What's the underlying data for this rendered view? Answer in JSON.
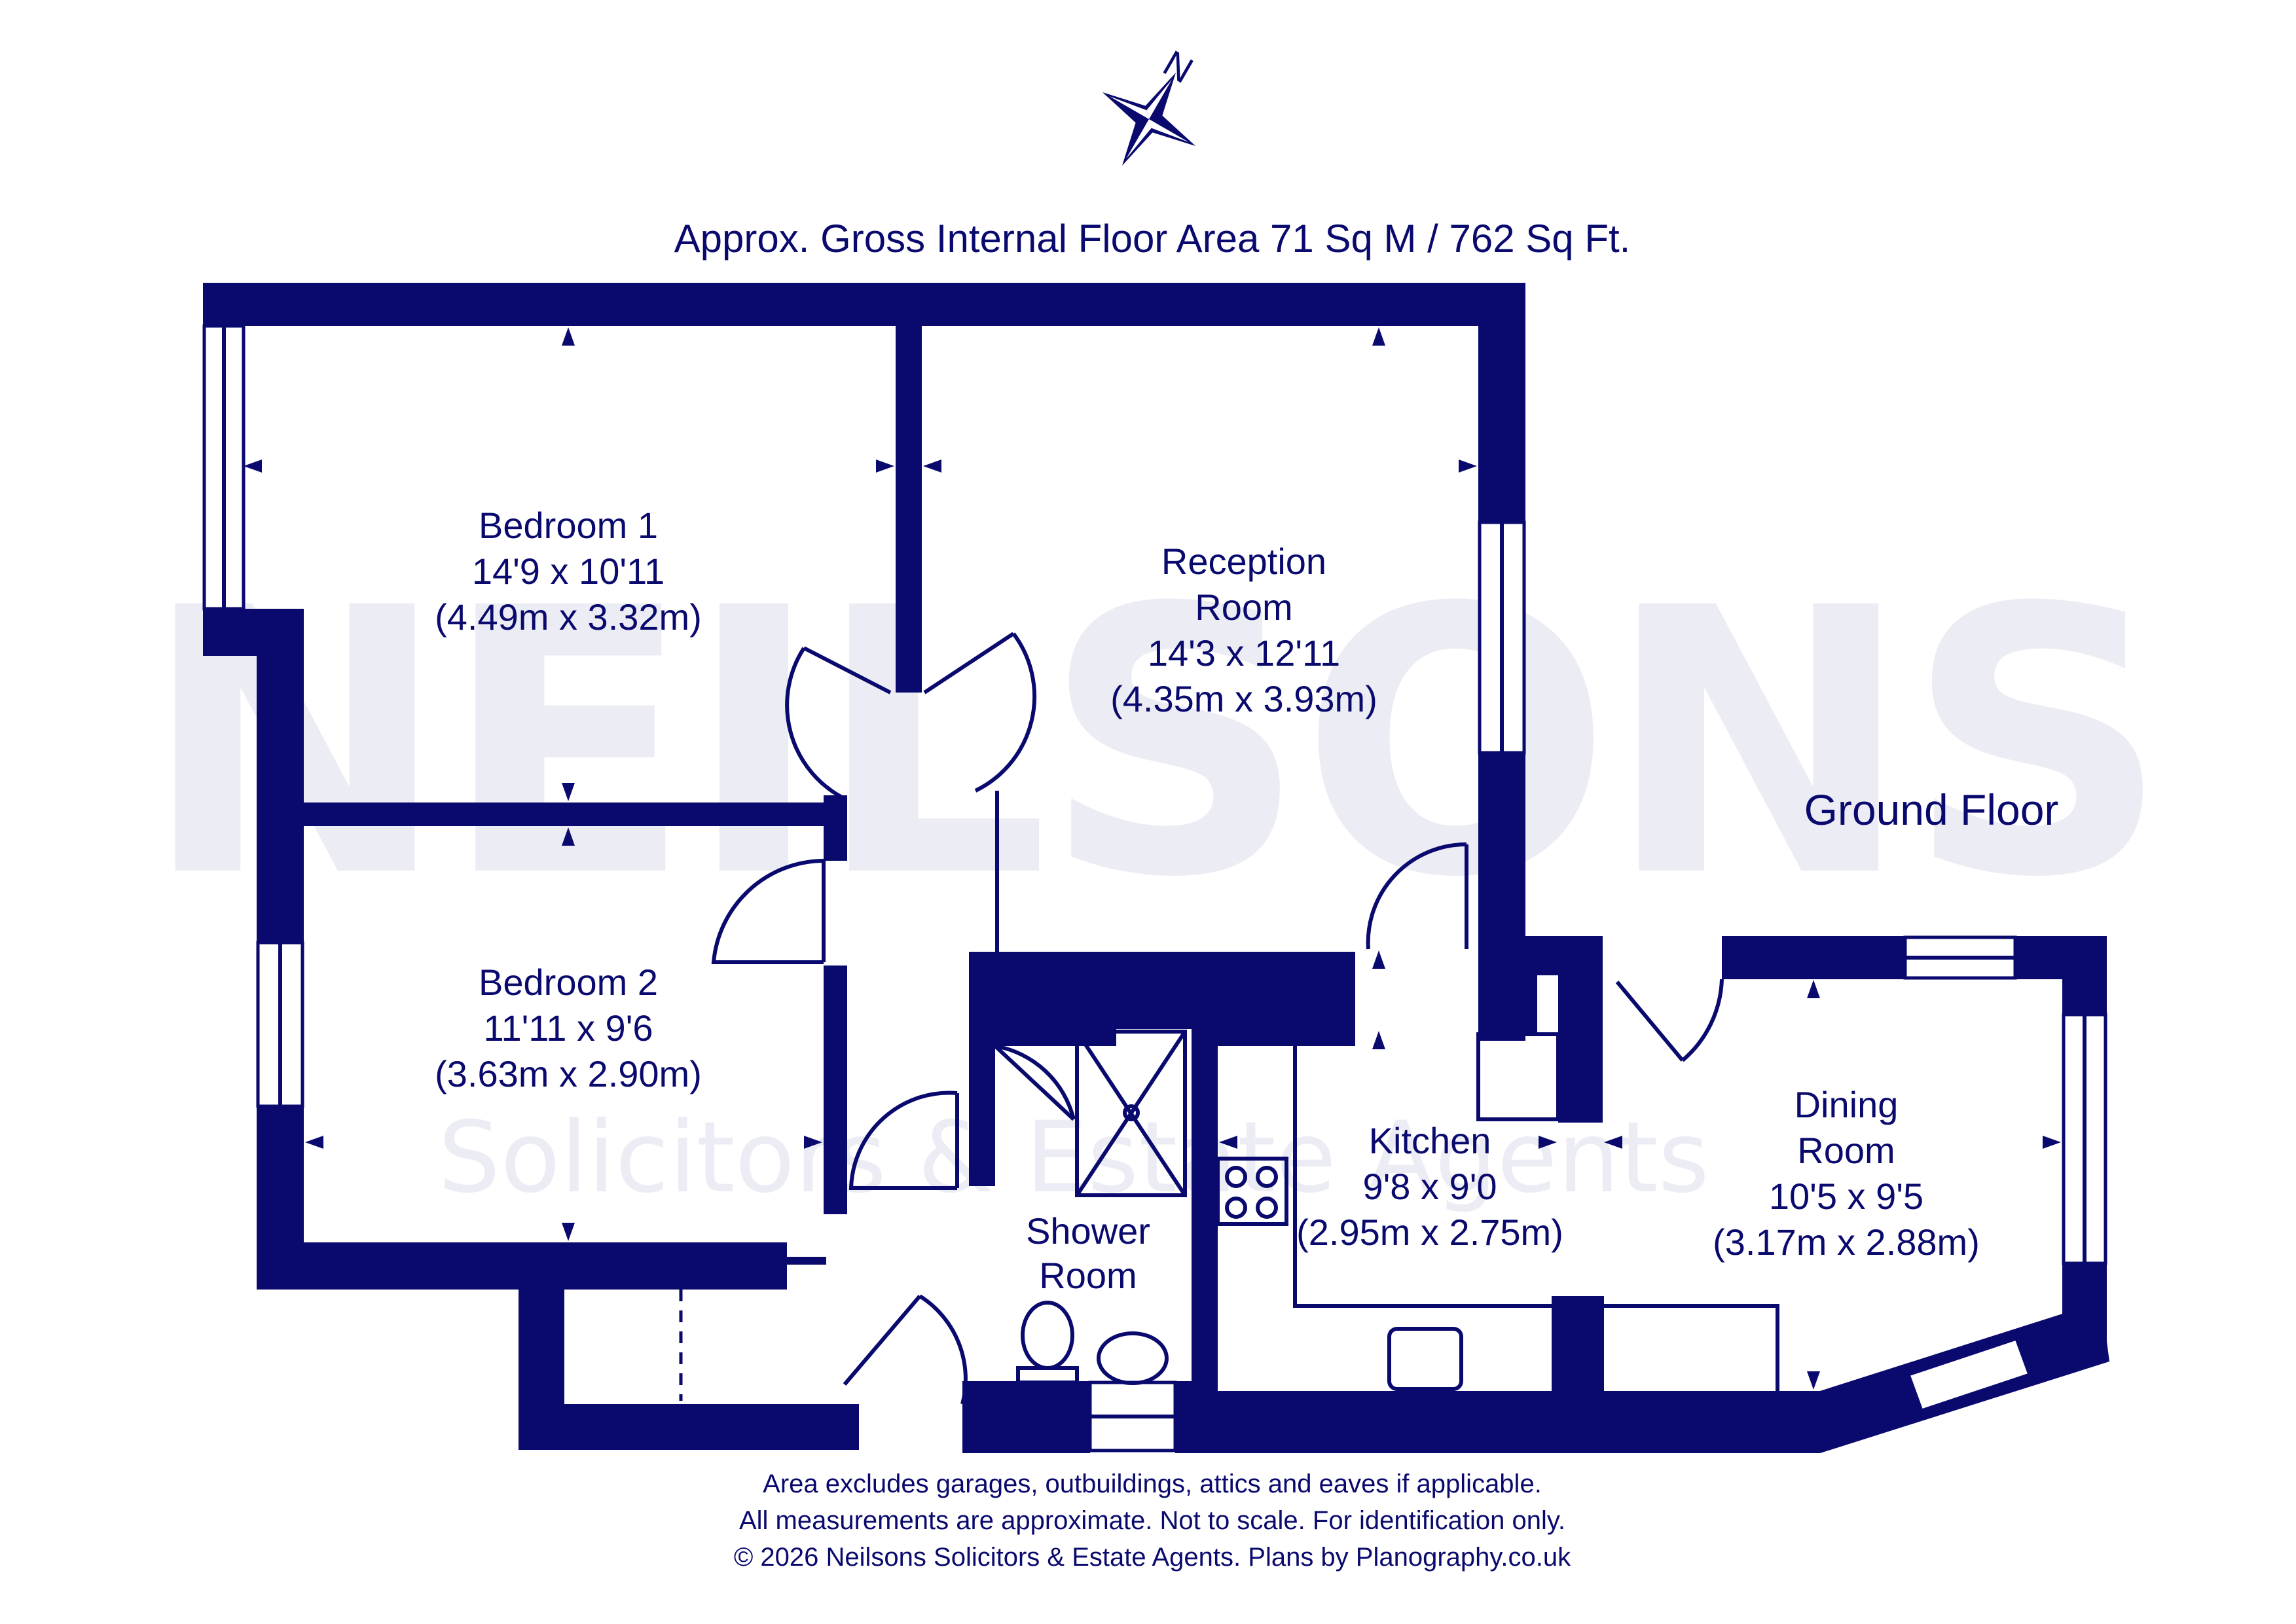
{
  "header": {
    "area_title": "Approx. Gross Internal Floor Area 71 Sq M / 762 Sq Ft."
  },
  "floor_label": "Ground Floor",
  "watermark": {
    "brand": "NEILSONS",
    "tagline": "Solicitors & Estate Agents"
  },
  "compass": {
    "icon": "north-compass-icon",
    "north_letter": "N"
  },
  "rooms": [
    {
      "name": "Bedroom 1",
      "imperial": "14'9 x 10'11",
      "metric": "(4.49m x 3.32m)"
    },
    {
      "name_line1": "Reception",
      "name_line2": "Room",
      "imperial": "14'3 x 12'11",
      "metric": "(4.35m x 3.93m)"
    },
    {
      "name": "Bedroom 2",
      "imperial": "11'11 x 9'6",
      "metric": "(3.63m x 2.90m)"
    },
    {
      "name": "Kitchen",
      "imperial": "9'8 x 9'0",
      "metric": "(2.95m x 2.75m)"
    },
    {
      "name_line1": "Dining",
      "name_line2": "Room",
      "imperial": "10'5 x 9'5",
      "metric": "(3.17m x 2.88m)"
    },
    {
      "name_line1": "Shower",
      "name_line2": "Room"
    }
  ],
  "footer": {
    "line1": "Area excludes garages, outbuildings, attics and eaves if applicable.",
    "line2": "All measurements are approximate. Not to scale. For identification only.",
    "line3": "© 2026 Neilsons Solicitors & Estate Agents. Plans by Planography.co.uk"
  },
  "colors": {
    "ink": "#0a0a6e",
    "background": "#ffffff"
  }
}
